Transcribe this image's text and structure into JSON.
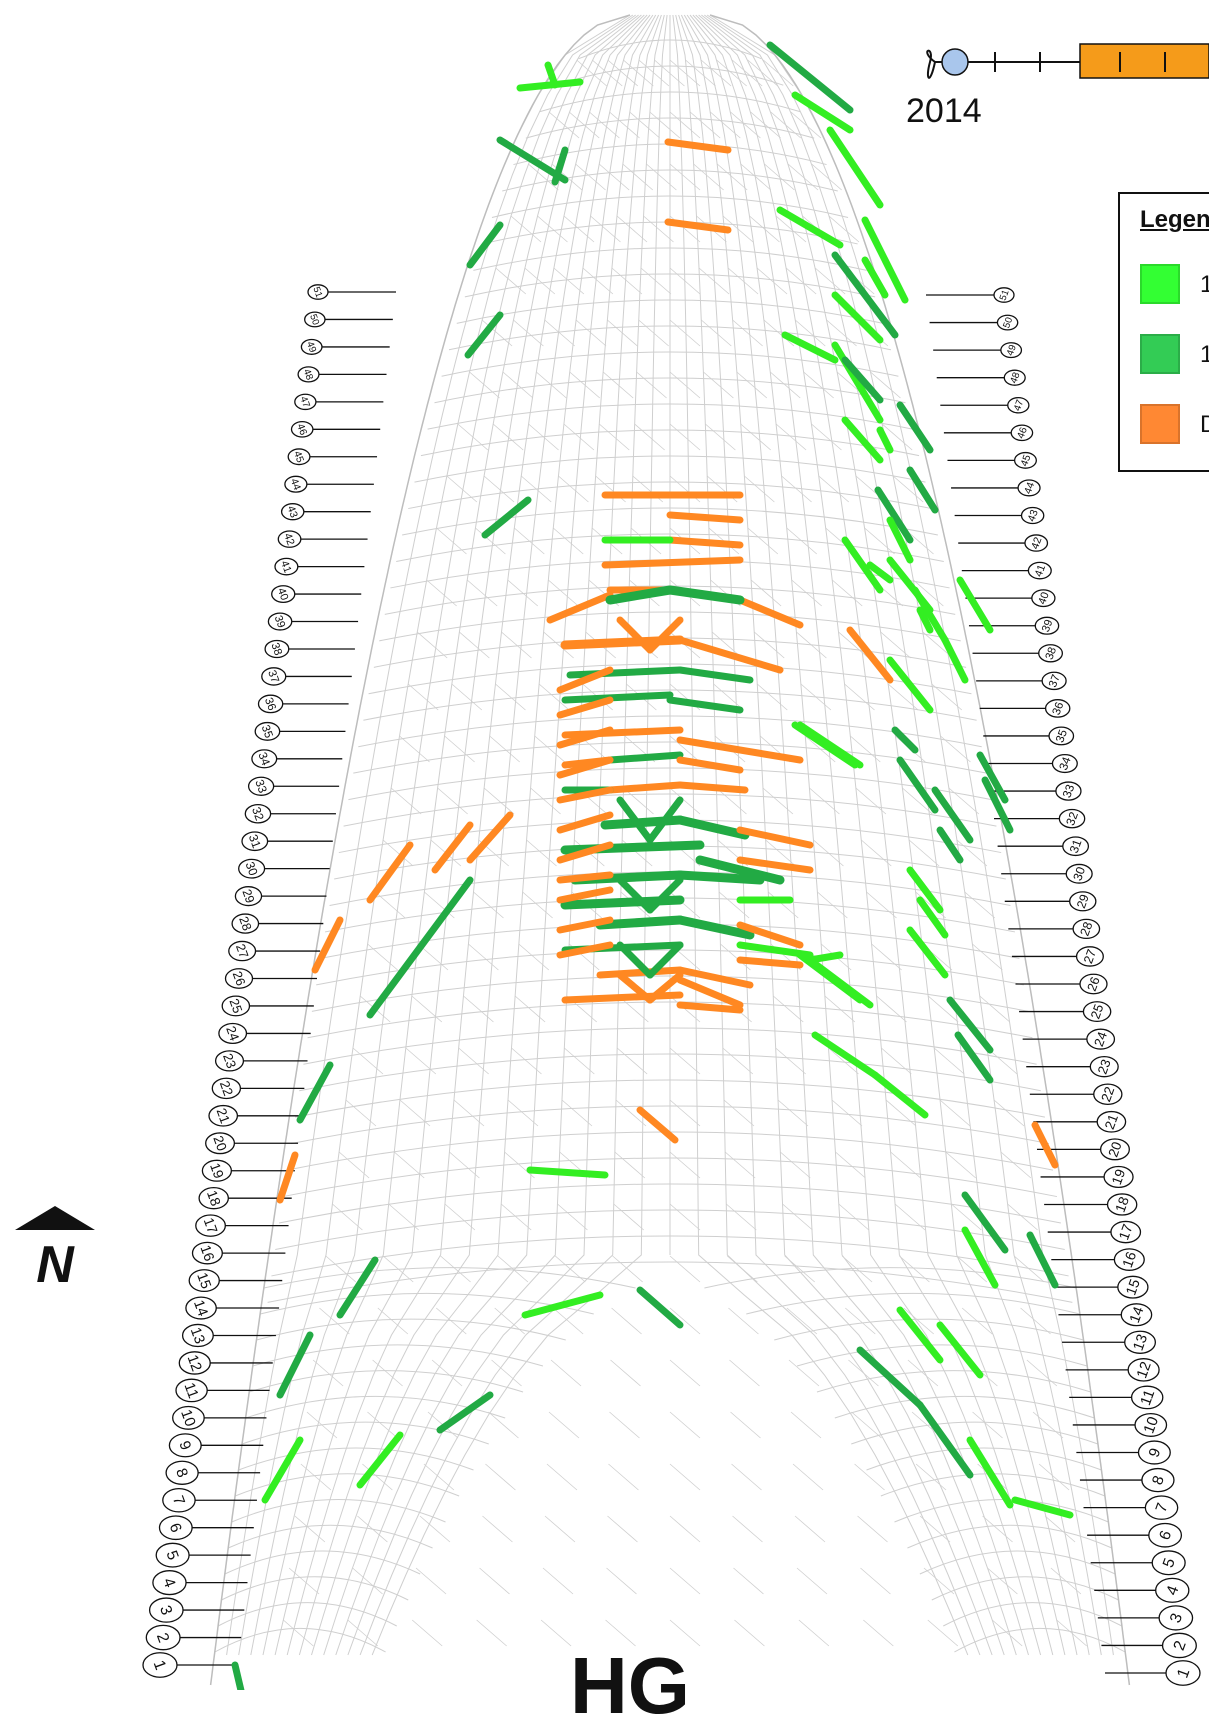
{
  "timeline": {
    "year": "2014"
  },
  "legend": {
    "title": "Legend",
    "items": [
      {
        "text": "1",
        "color": "#33ff33"
      },
      {
        "text": "1",
        "color": "#33cc55"
      },
      {
        "text": "D",
        "color": "#ff8833"
      }
    ]
  },
  "bottom_label": "HG",
  "left_row_labels": [
    "1",
    "2",
    "3",
    "4",
    "5",
    "6",
    "7",
    "8",
    "9",
    "10",
    "11",
    "12",
    "13",
    "14",
    "15",
    "16",
    "17",
    "18",
    "19",
    "20",
    "21",
    "22",
    "23",
    "24",
    "25",
    "26",
    "27",
    "28",
    "29",
    "30",
    "31",
    "32",
    "33",
    "34",
    "35",
    "36",
    "37",
    "38",
    "39",
    "40",
    "41",
    "42",
    "43",
    "44",
    "45",
    "46",
    "47",
    "48",
    "49",
    "50",
    "51"
  ],
  "right_row_labels": [
    "1",
    "2",
    "3",
    "4",
    "5",
    "6",
    "7",
    "8",
    "9",
    "10",
    "11",
    "12",
    "13",
    "14",
    "15",
    "16",
    "17",
    "18",
    "19",
    "20",
    "21",
    "22",
    "23",
    "24",
    "25",
    "26",
    "27",
    "28",
    "29",
    "30",
    "31",
    "32",
    "33",
    "34",
    "35",
    "36",
    "37",
    "38",
    "39",
    "40",
    "41",
    "42",
    "43",
    "44",
    "45",
    "46",
    "47",
    "48",
    "49",
    "50",
    "51"
  ],
  "colors": {
    "light_green": "#33ee22",
    "dark_green": "#22aa44",
    "orange": "#ff8822",
    "mesh": "#cfcfcf"
  },
  "icons": {
    "north": "north-arrow-icon",
    "timeline": "timeline-slider-icon"
  }
}
